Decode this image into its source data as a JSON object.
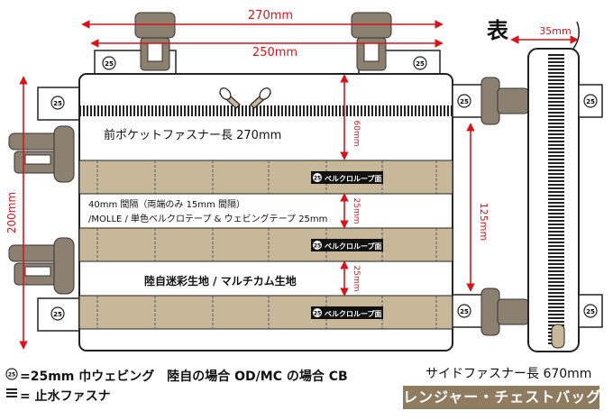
{
  "labels": {
    "face": "表",
    "dim_270": "270mm",
    "dim_250": "250mm",
    "dim_35": "35mm",
    "dim_200": "200mm",
    "dim_60": "60mm",
    "dim_25a": "25mm",
    "dim_25b": "25mm",
    "dim_125": "125mm",
    "front_zip": "前ポケットファスナー長 270mm",
    "spacing": "40mm 間隔（両端のみ 15mm 間隔）",
    "molle": "/MOLLE / 単色ベルクロテープ & ウェビングテープ 25mm",
    "fabric": "陸自迷彩生地 / マルチカム生地",
    "velcro_loop": "ベルクロループ面",
    "webbing_badge": "25"
  },
  "legend": {
    "webbing": "=25mm 巾ウェビング　陸自の場合 OD/MC の場合 CB",
    "waterproof_zip": "= 止水ファスナ",
    "side_zip": "サイドファスナー長 670mm",
    "product_name": "レンジャー・チェストバッグ"
  },
  "colors": {
    "arrow": "#d8141a",
    "webbing": "#c8b89a",
    "buckle": "#8c8070",
    "title_bar": "#8e7b60"
  }
}
